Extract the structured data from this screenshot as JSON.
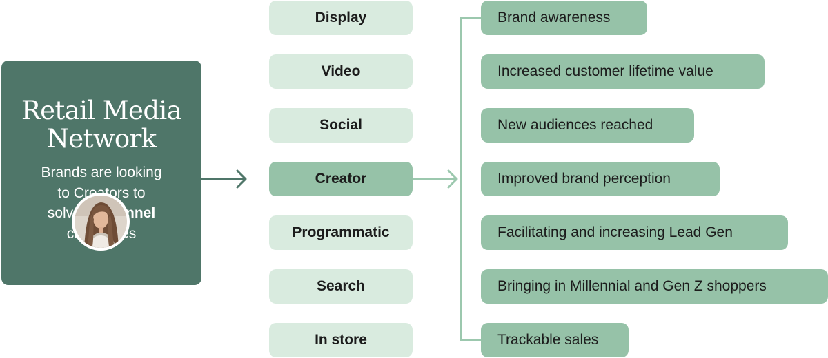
{
  "network": {
    "title_lines": [
      "Retail Media",
      "Network"
    ],
    "subtitle": {
      "line1": "Brands are looking",
      "line2": "to Creators to",
      "line3_prefix": "solve ",
      "line3_bold": "full-funnel",
      "line4": "challenges"
    }
  },
  "channels": [
    {
      "label": "Display",
      "highlighted": false
    },
    {
      "label": "Video",
      "highlighted": false
    },
    {
      "label": "Social",
      "highlighted": false
    },
    {
      "label": "Creator",
      "highlighted": true
    },
    {
      "label": "Programmatic",
      "highlighted": false
    },
    {
      "label": "Search",
      "highlighted": false
    },
    {
      "label": "In store",
      "highlighted": false
    }
  ],
  "outcomes": [
    "Brand awareness",
    "Increased customer lifetime value",
    "New audiences reached",
    "Improved brand perception",
    "Facilitating and increasing Lead Gen",
    "Bringing in Millennial and Gen Z shoppers",
    "Trackable sales"
  ],
  "colors": {
    "card": "#4f7669",
    "channel_pill": "#d9ebdf",
    "highlight_pill": "#96c2a8",
    "connector_dark": "#4f7669",
    "connector_light": "#9cc8ae"
  },
  "icons": [
    "arrow-right-icon",
    "creator-avatar"
  ]
}
